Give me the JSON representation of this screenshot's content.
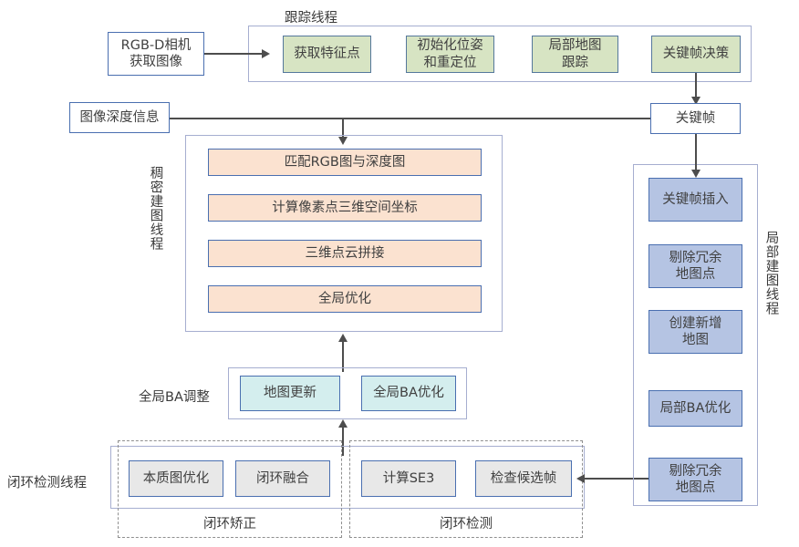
{
  "diagram": {
    "title_tracking_thread": "跟踪线程",
    "label_dense_thread": "稠密建图线程",
    "label_local_thread": "局部建图线程",
    "label_loop_thread": "闭环检测线程",
    "label_global_ba": "全局BA调整",
    "caption_loop_correction": "闭环矫正",
    "caption_loop_detection": "闭环检测"
  },
  "input": {
    "camera": "RGB-D相机\n获取图像",
    "depth": "图像深度信息"
  },
  "tracking": {
    "items": [
      {
        "label": "获取特征点"
      },
      {
        "label": "初始化位姿\n和重定位"
      },
      {
        "label": "局部地图\n跟踪"
      },
      {
        "label": "关键帧决策"
      }
    ]
  },
  "keyframe": {
    "label": "关键帧"
  },
  "dense_mapping": {
    "items": [
      {
        "label": "匹配RGB图与深度图"
      },
      {
        "label": "计算像素点三维空间坐标"
      },
      {
        "label": "三维点云拼接"
      },
      {
        "label": "全局优化"
      }
    ]
  },
  "global_ba": {
    "items": [
      {
        "label": "地图更新"
      },
      {
        "label": "全局BA优化"
      }
    ]
  },
  "local_mapping": {
    "items": [
      {
        "label": "关键帧插入"
      },
      {
        "label": "剔除冗余\n地图点"
      },
      {
        "label": "创建新增\n地图"
      },
      {
        "label": "局部BA优化"
      },
      {
        "label": "剔除冗余\n地图点"
      }
    ]
  },
  "loop_correction": {
    "items": [
      {
        "label": "本质图优化"
      },
      {
        "label": "闭环融合"
      }
    ]
  },
  "loop_detection": {
    "items": [
      {
        "label": "计算SE3"
      },
      {
        "label": "检查候选帧"
      }
    ]
  },
  "colors": {
    "green": "#d7e4c3",
    "peach": "#fbe2d0",
    "periwinkle": "#b5c4e3",
    "mint": "#d4eeee",
    "grey": "#e8e8e8",
    "border_blue": "#4a6fb0",
    "group_border": "#a6aed0",
    "line": "#4d4d4d"
  }
}
